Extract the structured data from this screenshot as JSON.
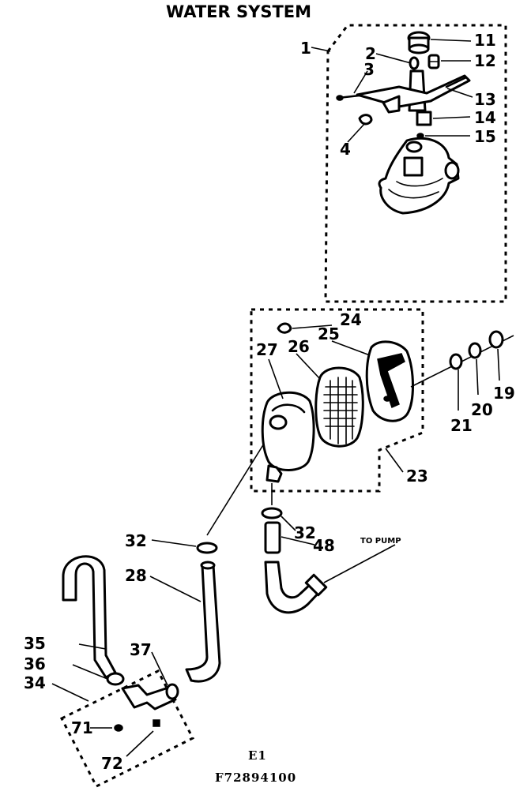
{
  "title": "WATER SYSTEM",
  "note_to_pump": "TO PUMP",
  "footer": {
    "model": "E1",
    "code": "F72894100"
  },
  "labels": {
    "p1": "1",
    "p2": "2",
    "p3": "3",
    "p4": "4",
    "p11": "11",
    "p12": "12",
    "p13": "13",
    "p14": "14",
    "p15": "15",
    "p19": "19",
    "p20": "20",
    "p21": "21",
    "p23": "23",
    "p24": "24",
    "p25": "25",
    "p26": "26",
    "p27": "27",
    "p28": "28",
    "p32a": "32",
    "p32b": "32",
    "p34": "34",
    "p35": "35",
    "p36": "36",
    "p37": "37",
    "p48": "48",
    "p71": "71",
    "p72": "72"
  }
}
